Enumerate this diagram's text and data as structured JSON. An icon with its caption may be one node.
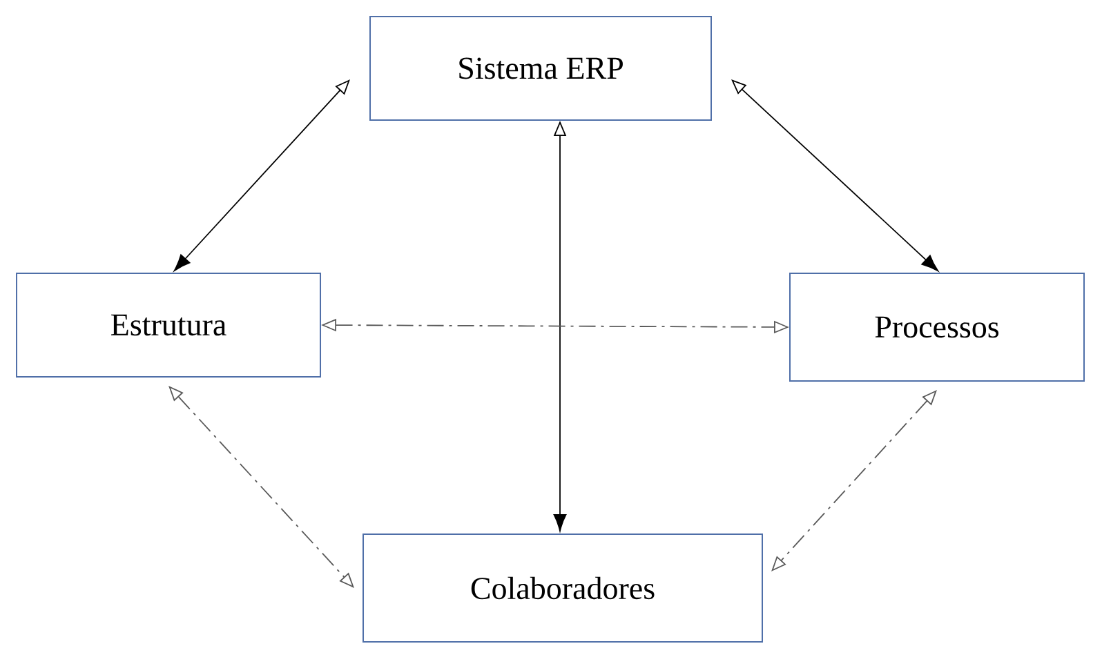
{
  "diagram": {
    "nodes": [
      {
        "text": [
          "Sistema ERP"
        ]
      },
      {
        "text": [
          "Estrutura"
        ]
      },
      {
        "text": [
          "Processos"
        ]
      },
      {
        "text": [
          "Colaboradores"
        ]
      }
    ],
    "edges": [
      {
        "from": 0,
        "to": 1,
        "arrow": "both"
      },
      {
        "from": 0,
        "to": 2,
        "arrow": "both"
      },
      {
        "from": 0,
        "to": 3,
        "arrow": "both"
      },
      {
        "from": 1,
        "to": 2,
        "arrow": "both",
        "style": "dashed",
        "color": "#595959"
      },
      {
        "from": 1,
        "to": 3,
        "arrow": "both",
        "style": "dashed",
        "color": "#595959"
      },
      {
        "from": 2,
        "to": 3,
        "arrow": "both",
        "style": "dashed",
        "color": "#595959"
      }
    ]
  }
}
